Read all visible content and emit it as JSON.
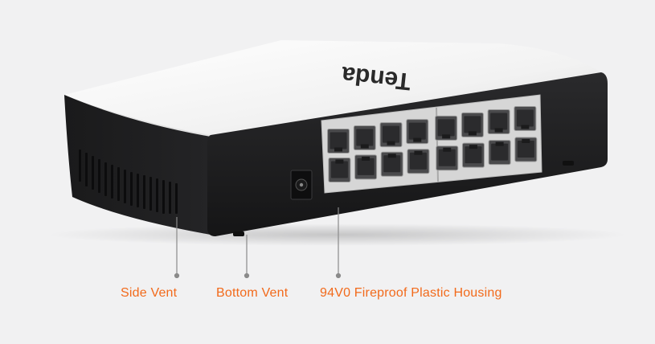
{
  "product": {
    "brand_logo_text": "Tenda",
    "port_count": 16,
    "colors": {
      "background": "#f1f1f2",
      "housing_dark": "#1f1f21",
      "housing_top": "#f4f4f4",
      "callout_text": "#f26a1b",
      "callout_line": "#8a8a8a"
    }
  },
  "callouts": [
    {
      "label": "Side Vent"
    },
    {
      "label": "Bottom Vent"
    },
    {
      "label": "94V0 Fireproof Plastic Housing"
    }
  ]
}
